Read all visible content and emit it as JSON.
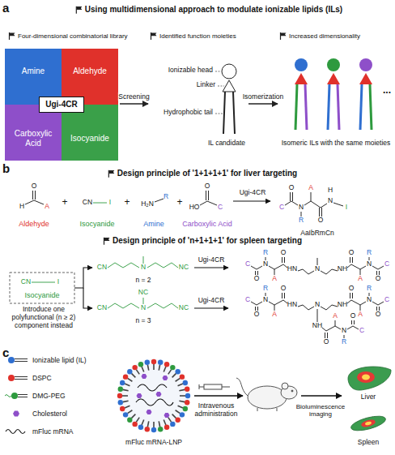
{
  "diagram": {
    "nodes": [
      {
        "text": [
          "Four-dimensional combinatorial library"
        ]
      },
      {
        "text": [
          "Amine"
        ],
        "in": 0
      },
      {
        "text": [
          "Aldehyde"
        ],
        "in": 0
      },
      {
        "text": [
          "Carboxylic Acid"
        ],
        "in": 0
      },
      {
        "text": [
          "Isocyanide"
        ],
        "in": 0
      },
      {
        "text": [
          "Ugi-4CR"
        ],
        "in": 0
      },
      {
        "text": [
          "Identified function moieties",
          "Ionizable head",
          "Linker",
          "Hydrophobic tail",
          "IL candidate"
        ]
      },
      {
        "text": [
          "Increased dimensionality",
          "Isomeric ILs with the same moieties"
        ]
      }
    ],
    "edges": [
      {
        "from": 0,
        "to": 6,
        "label": "Screening",
        "arrow": "to"
      },
      {
        "from": 6,
        "to": 7,
        "label": "Isomerization",
        "arrow": "to"
      }
    ],
    "labels": [
      "a",
      "Using multidimensional approach to modulate ionizable lipids (ILs)",
      "...",
      "b",
      "Design principle of '1+1+1+1' for liver targeting",
      "O",
      "H",
      "A",
      "Aldehyde",
      "+",
      "CN",
      "I",
      "Isocyanide",
      "+",
      "H₂N",
      "R",
      "Amine",
      "+",
      "HO",
      "O",
      "C",
      "Carboxylic Acid",
      "Ugi-4CR",
      "C",
      "O",
      "N",
      "R",
      "A",
      "O",
      "N",
      "H",
      "I",
      "AaIbRmCn",
      "Design principle of 'n+1+1+1' for spleen targeting",
      "CN",
      "I",
      "Isocyanide",
      "Introduce one polyfunctional (n ≥ 2) component instead",
      "CN",
      "N",
      "NC",
      "n = 2",
      "Ugi-4CR",
      "CN",
      "N",
      "NC",
      "NC",
      "n = 3",
      "Ugi-4CR",
      "N",
      "HN",
      "O",
      "A",
      "N",
      "R",
      "O",
      "C",
      "NH",
      "O",
      "A",
      "N",
      "R",
      "O",
      "C",
      "N",
      "HN",
      "O",
      "A",
      "N",
      "R",
      "O",
      "C",
      "NH",
      "O",
      "A",
      "N",
      "R",
      "O",
      "C",
      "NH",
      "O",
      "A",
      "N",
      "R",
      "O",
      "C",
      "c",
      "mFluc mRNA-LNP",
      "Intravenous administration",
      "Bioluminescence imaging",
      "Liver",
      "Spleen"
    ],
    "legend": [
      {
        "text": "Ionizable lipid (IL)"
      },
      {
        "text": "DSPC"
      },
      {
        "text": "DMG-PEG"
      },
      {
        "text": "Cholesterol"
      },
      {
        "text": "mFluc mRNA"
      }
    ]
  }
}
